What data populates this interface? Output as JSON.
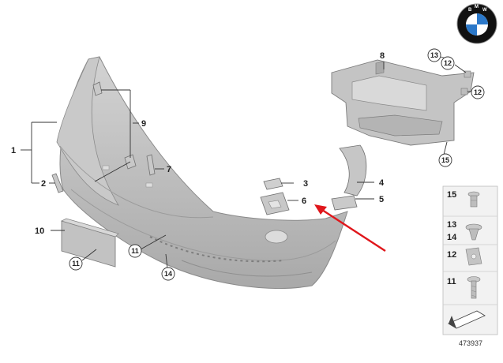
{
  "brand": {
    "logo_letters": [
      "B",
      "M",
      "W"
    ],
    "colors": {
      "ring": "#111111",
      "blue": "#2b78c9",
      "white": "#ffffff"
    }
  },
  "diagram_number": "473937",
  "callouts": {
    "c1": "1",
    "c2": "2",
    "c3": "3",
    "c4": "4",
    "c5": "5",
    "c6": "6",
    "c7": "7",
    "c8": "8",
    "c9": "9",
    "c10": "10",
    "c11a": "11",
    "c11b": "11",
    "c12a": "12",
    "c12b": "12",
    "c13": "13",
    "c14": "14",
    "c15": "15"
  },
  "legend": {
    "items": [
      {
        "label": "15"
      },
      {
        "label": "13"
      },
      {
        "label": "14"
      },
      {
        "label": "12"
      },
      {
        "label": "11"
      }
    ]
  },
  "colors": {
    "bumper": "#b9b9b9",
    "bumper_light": "#d6d6d6",
    "part": "#c4c4c4",
    "arrow": "#e0161b",
    "legend_bg": "#f2f2f2",
    "legend_border": "#bbbbbb"
  }
}
